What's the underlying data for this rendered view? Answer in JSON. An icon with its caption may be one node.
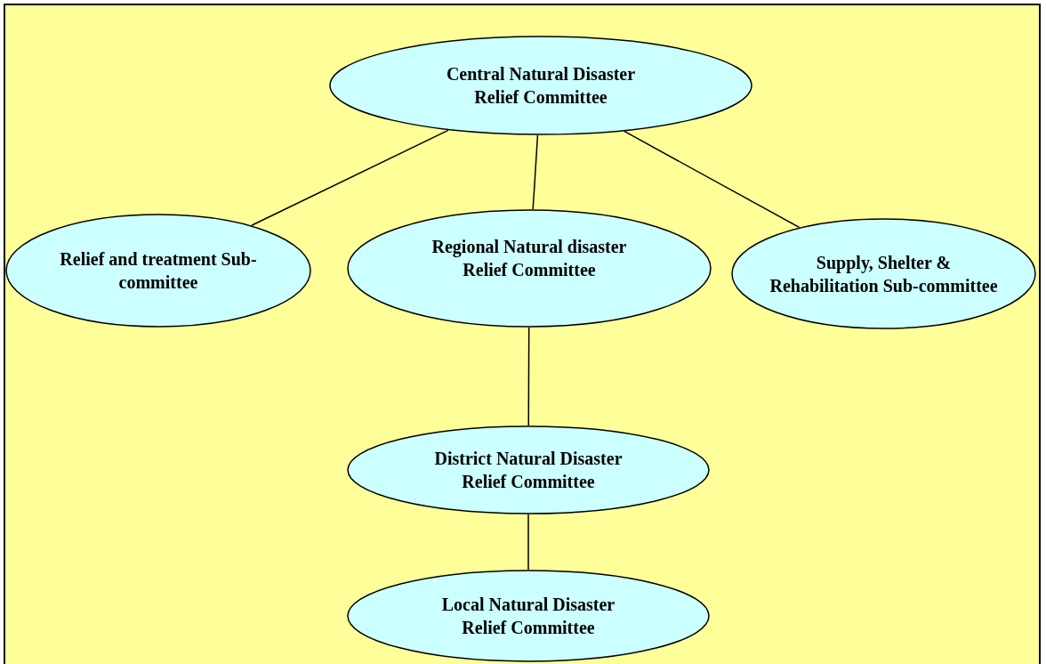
{
  "diagram": {
    "nodes": [
      {
        "text": [
          "Central Natural Disaster Relief Committee"
        ]
      },
      {
        "text": [
          "Relief and treatment Sub-committee"
        ]
      },
      {
        "text": [
          "Regional Natural disaster Relief Committee"
        ]
      },
      {
        "text": [
          "Supply, Shelter & Rehabilitation Sub-committee"
        ]
      },
      {
        "text": [
          "District Natural Disaster Relief Committee"
        ]
      },
      {
        "text": [
          "Local Natural Disaster Relief Committee"
        ]
      }
    ],
    "edges": [
      {
        "from": 0,
        "to": 1,
        "arrow": "none"
      },
      {
        "from": 0,
        "to": 2,
        "arrow": "none"
      },
      {
        "from": 0,
        "to": 3,
        "arrow": "none"
      },
      {
        "from": 2,
        "to": 4,
        "arrow": "none"
      },
      {
        "from": 4,
        "to": 5,
        "arrow": "none"
      }
    ]
  }
}
